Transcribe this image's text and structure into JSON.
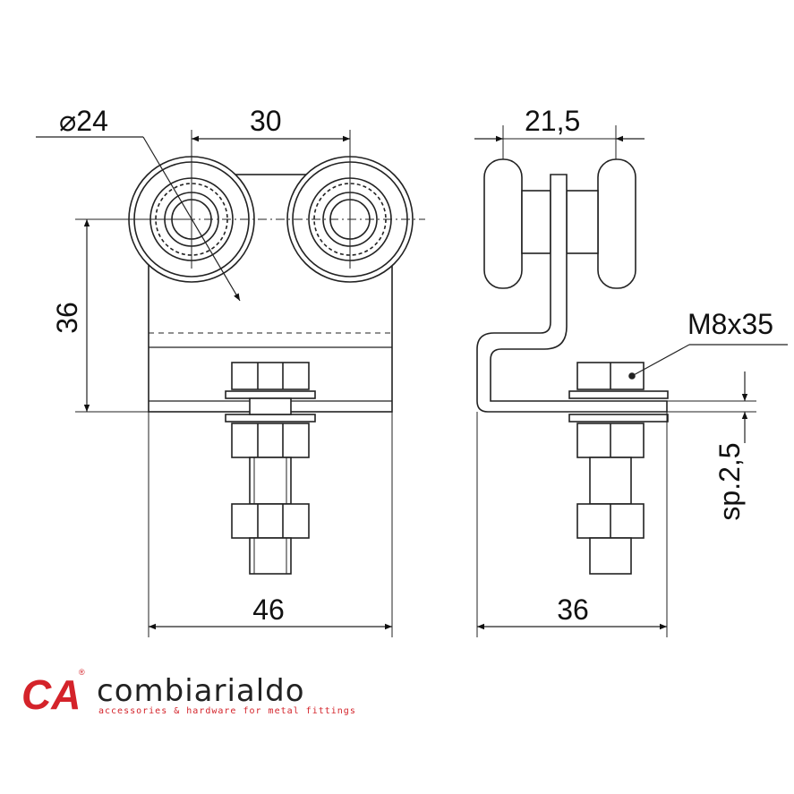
{
  "dimensions": {
    "wheel_diameter": "⌀24",
    "wheel_spacing": "30",
    "side_width": "21,5",
    "height": "36",
    "bolt": "M8x35",
    "thickness": "sp.2,5",
    "front_width": "46",
    "side_base": "36"
  },
  "logo": {
    "mark": "CA",
    "registered": "®",
    "name": "combiarialdo",
    "tagline": "accessories & hardware for metal fittings",
    "brand_color": "#d4232a"
  }
}
